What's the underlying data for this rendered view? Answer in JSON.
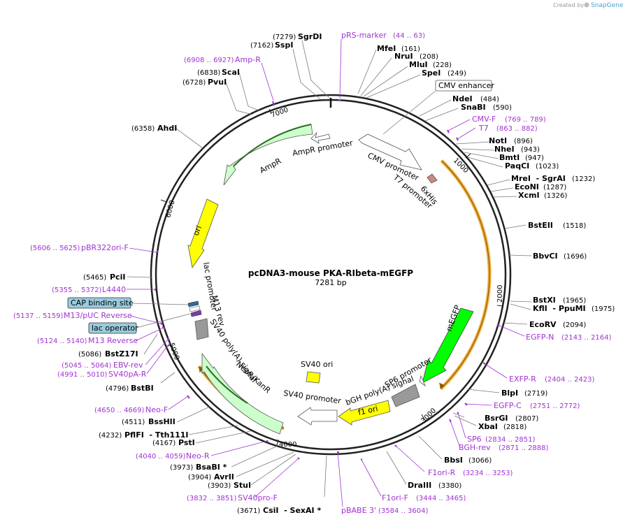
{
  "header": {
    "created_by": "Created by",
    "brand": "SnapGene"
  },
  "plasmid": {
    "name": "pcDNA3-mouse PKA-RIbeta-mEGFP",
    "length": 7281,
    "length_label": "7281 bp"
  },
  "ticks": [
    "1000",
    "2000",
    "3000",
    "4000",
    "5000",
    "6000",
    "7000"
  ],
  "sites": [
    {
      "name": "SgrDI",
      "pos": "(7279)"
    },
    {
      "name": "SspI",
      "pos": "(7162)"
    },
    {
      "name": "ScaI",
      "pos": "(6838)"
    },
    {
      "name": "PvuI",
      "pos": "(6728)"
    },
    {
      "name": "AhdI",
      "pos": "(6358)"
    },
    {
      "name": "MfeI",
      "pos": "(161)"
    },
    {
      "name": "NruI",
      "pos": "(208)"
    },
    {
      "name": "MluI",
      "pos": "(228)"
    },
    {
      "name": "SpeI",
      "pos": "(249)"
    },
    {
      "name": "NdeI",
      "pos": "(484)"
    },
    {
      "name": "SnaBI",
      "pos": "(590)"
    },
    {
      "name": "NotI",
      "pos": "(896)"
    },
    {
      "name": "NheI",
      "pos": "(943)"
    },
    {
      "name": "BmtI",
      "pos": "(947)"
    },
    {
      "name": "PaqCI",
      "pos": "(1023)"
    },
    {
      "name": "MreI  - SgrAI",
      "pos": "(1232)"
    },
    {
      "name": "EcoNI",
      "pos": "(1287)"
    },
    {
      "name": "XcmI",
      "pos": "(1326)"
    },
    {
      "name": "BstEII",
      "pos": "(1518)"
    },
    {
      "name": "BbvCI",
      "pos": "(1696)"
    },
    {
      "name": "BstXI",
      "pos": "(1965)"
    },
    {
      "name": "KflI  - PpuMI",
      "pos": "(1975)"
    },
    {
      "name": "EcoRV",
      "pos": "(2094)"
    },
    {
      "name": "BlpI",
      "pos": "(2719)"
    },
    {
      "name": "BsrGI",
      "pos": "(2807)"
    },
    {
      "name": "XbaI",
      "pos": "(2818)"
    },
    {
      "name": "BbsI",
      "pos": "(3066)"
    },
    {
      "name": "DraIII",
      "pos": "(3380)"
    },
    {
      "name": "PciI",
      "pos": "(5465)"
    },
    {
      "name": "BstZ17I",
      "pos": "(5086)"
    },
    {
      "name": "BstBI",
      "pos": "(4796)"
    },
    {
      "name": "BssHII",
      "pos": "(4511)"
    },
    {
      "name": "PflFI  - Tth111I",
      "pos": "(4232)"
    },
    {
      "name": "PstI",
      "pos": "(4167)"
    },
    {
      "name": "BsaBI *",
      "pos": "(3973)"
    },
    {
      "name": "AvrII",
      "pos": "(3904)"
    },
    {
      "name": "StuI",
      "pos": "(3903)"
    },
    {
      "name": "CsiI  - SexAI *",
      "pos": "(3671)"
    }
  ],
  "primers": [
    {
      "name": "pRS-marker",
      "range": "(44 .. 63)"
    },
    {
      "name": "Amp-R",
      "range": "(6908 .. 6927)"
    },
    {
      "name": "CMV-F",
      "range": "(769 .. 789)"
    },
    {
      "name": "T7",
      "range": "(863 .. 882)"
    },
    {
      "name": "pBR322ori-F",
      "range": "(5606 .. 5625)"
    },
    {
      "name": "L4440",
      "range": "(5355 .. 5372)"
    },
    {
      "name": "M13/pUC Reverse",
      "range": "(5137 .. 5159)"
    },
    {
      "name": "M13 Reverse",
      "range": "(5124 .. 5140)"
    },
    {
      "name": "EBV-rev",
      "range": "(5045 .. 5064)"
    },
    {
      "name": "SV40pA-R",
      "range": "(4991 .. 5010)"
    },
    {
      "name": "Neo-F",
      "range": "(4650 .. 4669)"
    },
    {
      "name": "Neo-R",
      "range": "(4040 .. 4059)"
    },
    {
      "name": "SV40pro-F",
      "range": "(3832 .. 3851)"
    },
    {
      "name": "pBABE 3'",
      "range": "(3584 .. 3604)"
    },
    {
      "name": "F1ori-F",
      "range": "(3444 .. 3465)"
    },
    {
      "name": "F1ori-R",
      "range": "(3234 .. 3253)"
    },
    {
      "name": "BGH-rev",
      "range": "(2871 .. 2888)"
    },
    {
      "name": "SP6",
      "range": "(2834 .. 2851)"
    },
    {
      "name": "EGFP-C",
      "range": "(2751 .. 2772)"
    },
    {
      "name": "EXFP-R",
      "range": "(2404 .. 2423)"
    },
    {
      "name": "EGFP-N",
      "range": "(2143 .. 2164)"
    }
  ],
  "boxed_labels": {
    "cmv_enhancer": "CMV enhancer",
    "cap_site": "CAP binding site",
    "lac_operator": "lac operator"
  },
  "features": {
    "ampr_promoter": "AmpR promoter",
    "ampr": "AmpR",
    "ori": "ori",
    "cmv_promoter": "CMV promoter",
    "t7_promoter": "T7 promoter",
    "his": "6xHis",
    "megfp": "mEGFP",
    "sp6_promoter": "SP6 promoter",
    "bgh": "bGH poly(A) signal",
    "f1ori": "f1 ori",
    "sv40_promoter": "SV40 promoter",
    "sv40_ori": "SV40 ori",
    "neor": "NeoR/KanR",
    "sv40_polya": "SV40 poly(A) signal",
    "m13rev": "M13 rev",
    "lac_promoter": "lac promoter"
  },
  "colors": {
    "ampr": "#ccffcc",
    "ori": "#ffff00",
    "megfp": "#00ff00",
    "f1ori": "#ffff00",
    "sv40ori": "#ffff00",
    "neor": "#ccffcc",
    "primer": "#a033d0",
    "orf_arc": "#f0a030"
  }
}
